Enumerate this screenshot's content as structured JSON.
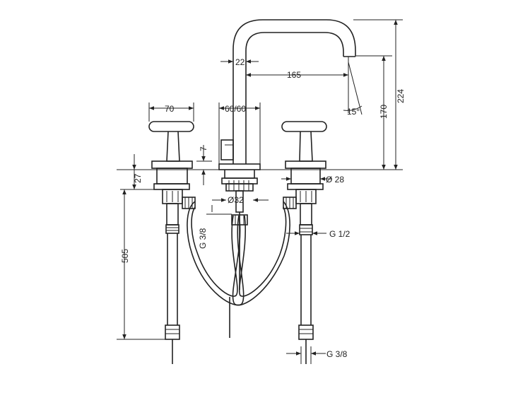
{
  "drawing": {
    "dimensions": {
      "spout_offset": "22",
      "spout_reach": "165",
      "spout_angle": "15°",
      "outlet_height": "170",
      "total_height": "224",
      "handle_width": "70",
      "spout_base": "60/60",
      "handle_gap": "7",
      "deck_thickness": "27",
      "handle_diameter": "Ø 28",
      "spout_diameter": "Ø32",
      "hose_thread": "G 3/8",
      "valve_thread": "G 1/2",
      "supply_thread": "G 3/8",
      "supply_length": "505"
    }
  }
}
